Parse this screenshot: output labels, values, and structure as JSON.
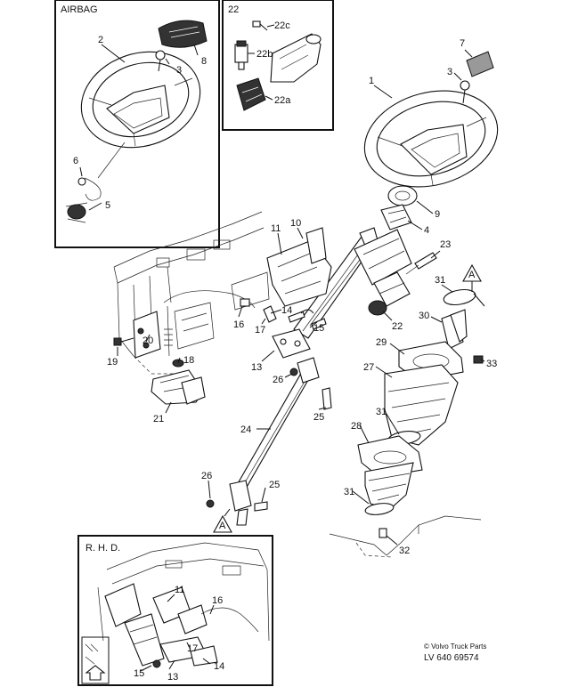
{
  "insets": {
    "airbag": {
      "title": "AIRBAG"
    },
    "detail22": {
      "title": "22"
    },
    "rhd": {
      "title": "R. H. D."
    }
  },
  "callouts": {
    "airbag": [
      "2",
      "3",
      "8",
      "6",
      "5"
    ],
    "detail22": [
      "22c",
      "22b",
      "22a"
    ],
    "main": [
      "7",
      "3",
      "1",
      "9",
      "4",
      "10",
      "11",
      "23",
      "31",
      "14",
      "16",
      "15",
      "22",
      "30",
      "17",
      "20",
      "19",
      "18",
      "13",
      "29",
      "33",
      "26",
      "27",
      "21",
      "25",
      "31",
      "24",
      "28",
      "31",
      "26",
      "25",
      "32"
    ],
    "rhd": [
      "11",
      "16",
      "17",
      "15",
      "13",
      "14"
    ]
  },
  "section_markers": [
    "A",
    "A"
  ],
  "footer": {
    "copyright": "© Volvo Truck Parts",
    "code": "LV  640 69574"
  }
}
